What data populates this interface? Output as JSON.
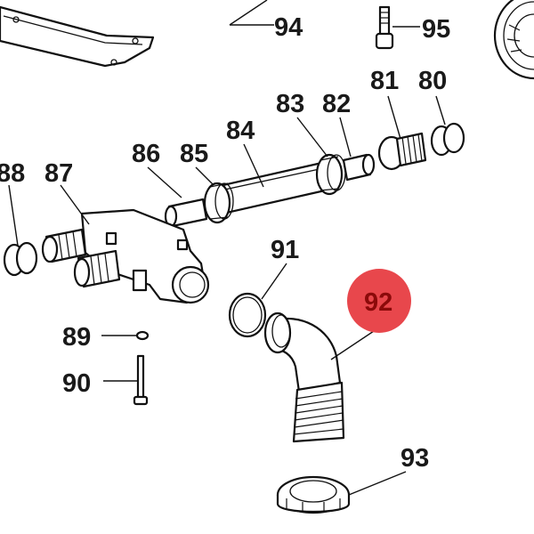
{
  "callouts": [
    {
      "id": "p94",
      "label": "94"
    },
    {
      "id": "p95",
      "label": "95"
    },
    {
      "id": "p81",
      "label": "81"
    },
    {
      "id": "p80",
      "label": "80"
    },
    {
      "id": "p83",
      "label": "83"
    },
    {
      "id": "p82",
      "label": "82"
    },
    {
      "id": "p84",
      "label": "84"
    },
    {
      "id": "p86",
      "label": "86"
    },
    {
      "id": "p85",
      "label": "85"
    },
    {
      "id": "p88",
      "label": "88"
    },
    {
      "id": "p87",
      "label": "87"
    },
    {
      "id": "p91",
      "label": "91"
    },
    {
      "id": "p92",
      "label": "92"
    },
    {
      "id": "p89",
      "label": "89"
    },
    {
      "id": "p90",
      "label": "90"
    },
    {
      "id": "p93",
      "label": "93"
    }
  ],
  "highlight": {
    "label": "92",
    "color": "#e8474c"
  },
  "colors": {
    "line": "#111111",
    "text": "#1a1a1a",
    "highlight_text": "#8b0a0a"
  }
}
